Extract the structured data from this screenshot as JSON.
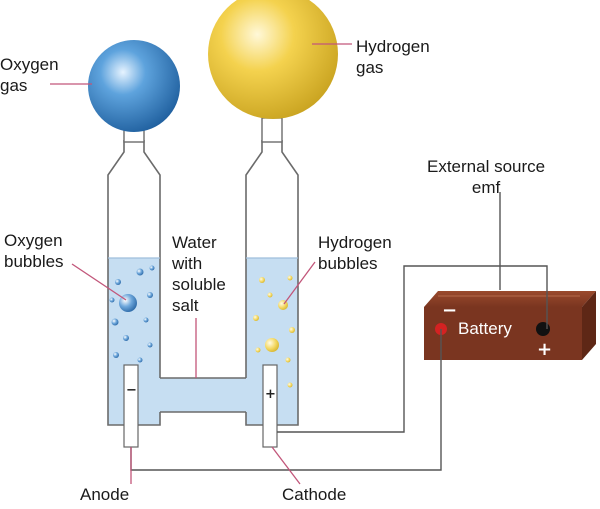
{
  "labels": {
    "oxygen_gas": [
      "Oxygen",
      "gas"
    ],
    "hydrogen_gas": [
      "Hydrogen",
      "gas"
    ],
    "external_source": [
      "External source",
      "emf"
    ],
    "oxygen_bubbles": [
      "Oxygen",
      "bubbles"
    ],
    "water": [
      "Water",
      "with",
      "soluble",
      "salt"
    ],
    "hydrogen_bubbles": [
      "Hydrogen",
      "bubbles"
    ],
    "battery": "Battery",
    "anode": "Anode",
    "cathode": "Cathode",
    "minus_sign": "−",
    "plus_sign": "+",
    "anode_sign": "−",
    "cathode_sign": "+"
  },
  "colors": {
    "oxygen_balloon": "#3f86c8",
    "hydrogen_balloon": "#f2cf45",
    "water": "#c6def2",
    "battery": "#7a3520",
    "hydrogen_bubble": "#f5dd6b",
    "oxygen_bubble": "#4a8fd0"
  }
}
